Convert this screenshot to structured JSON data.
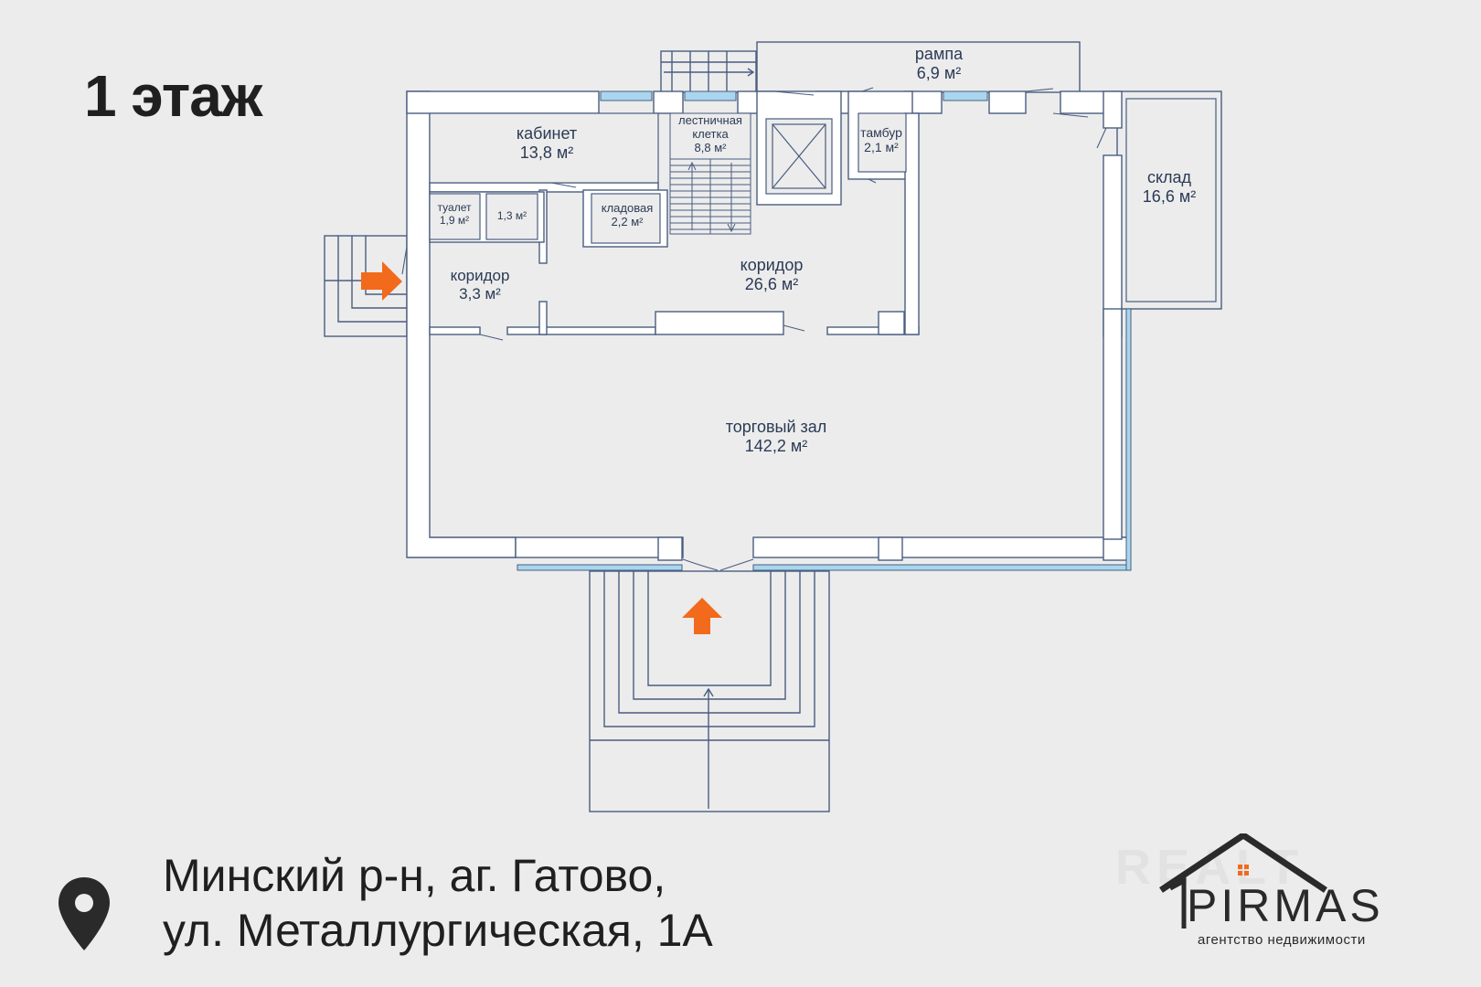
{
  "floor_title": "1 этаж",
  "rooms": {
    "ramp": {
      "name": "рампа",
      "area": "6,9 м²"
    },
    "office": {
      "name": "кабинет",
      "area": "13,8 м²"
    },
    "stairwell": {
      "name": "лестничная клетка",
      "area": "8,8 м²"
    },
    "vestibule": {
      "name": "тамбур",
      "area": "2,1 м²"
    },
    "storage": {
      "name": "склад",
      "area": "16,6 м²"
    },
    "toilet": {
      "name": "туалет",
      "area": "1,9 м²"
    },
    "small_room": {
      "area": "1,3 м²"
    },
    "pantry": {
      "name": "кладовая",
      "area": "2,2 м²"
    },
    "corridor_small": {
      "name": "коридор",
      "area": "3,3 м²"
    },
    "corridor_main": {
      "name": "коридор",
      "area": "26,6 м²"
    },
    "sales_hall": {
      "name": "торговый зал",
      "area": "142,2 м²"
    }
  },
  "address": {
    "line1": "Минский р-н, аг. Гатово,",
    "line2": "ул. Металлургическая, 1А"
  },
  "logo": {
    "watermark": "REALT",
    "name": "PIRMAS",
    "subtitle": "агентство недвижимости"
  },
  "colors": {
    "wall": "#ffffff",
    "line": "#4a5d80",
    "window": "#a9d6ee",
    "arrow": "#f26a1b",
    "text": "#2b3a55"
  },
  "icons": [
    "location-pin-icon",
    "entrance-arrow-icon",
    "house-roof-icon"
  ]
}
